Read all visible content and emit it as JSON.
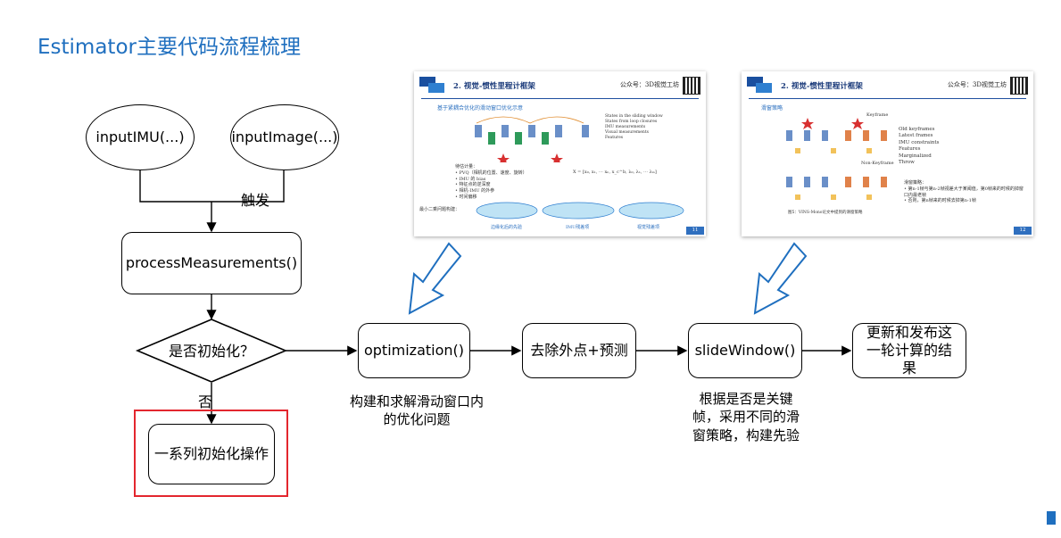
{
  "title": "Estimator主要代码流程梳理",
  "nodes": {
    "input_imu": "inputIMU(...)",
    "input_image": "inputImage(...)",
    "process_measurements": "processMeasurements()",
    "is_initialized": "是否初始化？",
    "init_ops": "一系列初始化操作",
    "optimization": "optimization()",
    "remove_outliers_predict": "去除外点+预测",
    "slide_window": "slideWindow()",
    "update_publish": "更新和发布这一轮计算的结果"
  },
  "edge_labels": {
    "trigger": "触发",
    "no": "否"
  },
  "notes": {
    "optimization": "构建和求解滑动窗口内的优化问题",
    "slide_window": "根据是否是关键帧，采用不同的滑窗策略，构建先验"
  },
  "slides": [
    {
      "title": "2. 视觉-惯性里程计框架",
      "author": "公众号：3D视觉工坊",
      "subtitle": "基于紧耦合优化的滑动窗口优化示意",
      "legend": [
        "States in the sliding window",
        "States from loop closures",
        "IMU measurements",
        "Visual measurements",
        "Features"
      ],
      "body": [
        "待估计量：",
        "• PVQ（相机的位置、速度、旋转）",
        "• IMU 的 bias",
        "• 特征点的逆深度",
        "• 相机-IMU 的外参",
        "• 时间偏移"
      ],
      "formula": "X = [x₀, x₁, ⋯ xₙ, x_c^b, λ₀, λ₁, ⋯ λₘ]",
      "cost_label": "最小二乘问题构建：",
      "terms": [
        "边缘化后的先验",
        "IMU残差项",
        "视觉残差项"
      ],
      "page": "11"
    },
    {
      "title": "2. 视觉-惯性里程计框架",
      "author": "公众号：3D视觉工坊",
      "subtitle": "滑窗策略",
      "legend": [
        "Old keyframes",
        "Latest frames",
        "IMU constraints",
        "Features",
        "Marginalized",
        "Throw"
      ],
      "labels": [
        "Keyframe",
        "Non-Keyframe"
      ],
      "body": [
        "滑窗策略：",
        "• 第n-1帧与第n-2帧视差大于某阈值，第0帧来的时候的掉窗口内最老帧",
        "• 否则，第n帧来的时候去掉第n-1帧"
      ],
      "caption": "图5：VINS-Mono论文中提到的滑窗策略",
      "page": "12"
    }
  ]
}
